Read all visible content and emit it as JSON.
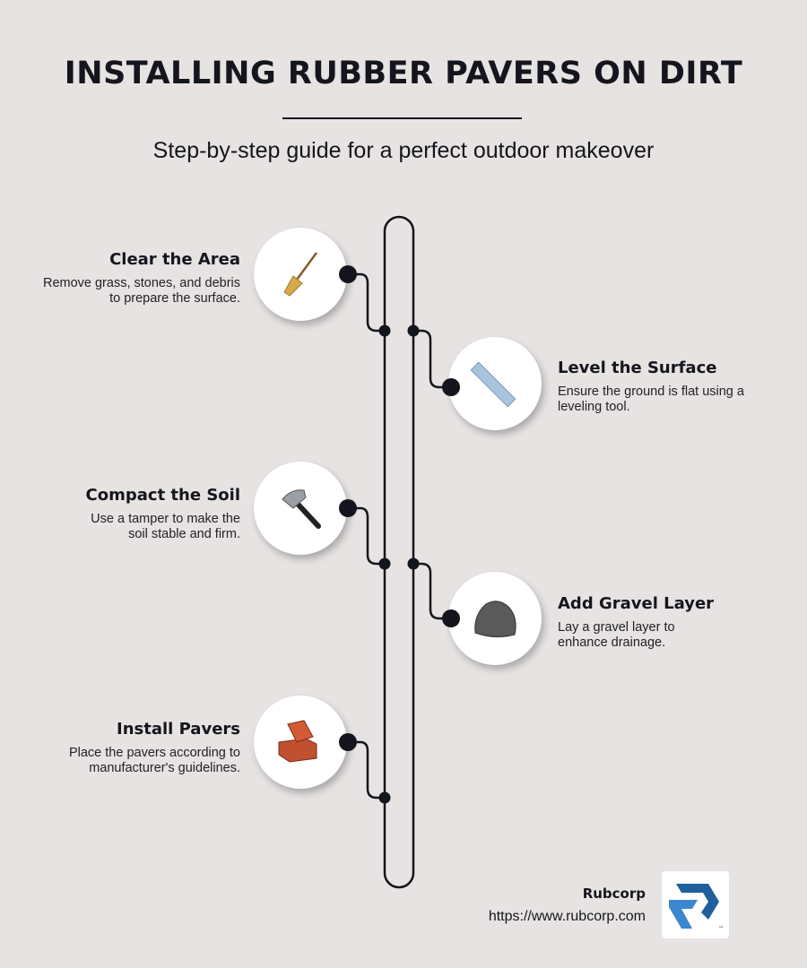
{
  "header": {
    "title": "INSTALLING RUBBER PAVERS ON DIRT",
    "subtitle": "Step-by-step guide for a perfect outdoor makeover"
  },
  "steps": [
    {
      "title": "Clear the Area",
      "text": "Remove grass, stones, and debris to prepare the surface.",
      "icon": "broom-icon"
    },
    {
      "title": "Level the Surface",
      "text": "Ensure the ground is flat using a leveling tool.",
      "icon": "level-tool-icon"
    },
    {
      "title": "Compact the Soil",
      "text": "Use a tamper to make the soil stable and firm.",
      "icon": "hammer-icon"
    },
    {
      "title": "Add Gravel Layer",
      "text": "Lay a gravel layer to enhance drainage.",
      "icon": "rock-icon"
    },
    {
      "title": "Install Pavers",
      "text": "Place the pavers according to manufacturer's guidelines.",
      "icon": "bricks-icon"
    }
  ],
  "footer": {
    "company": "Rubcorp",
    "url": "https://www.rubcorp.com",
    "logo_text": "R"
  },
  "colors": {
    "background": "#e6e3e2",
    "ink": "#15151d",
    "logo_blue": "#2d6fb0"
  }
}
